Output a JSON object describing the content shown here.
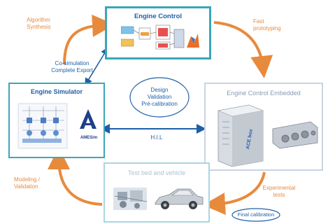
{
  "boxes": {
    "engine_control": {
      "title": "Engine Control"
    },
    "engine_simulator": {
      "title": "Engine Simulator",
      "logo_text": "AMESim"
    },
    "engine_control_embedded": {
      "title": "Engine Control Embedded",
      "device_label": "ACE box"
    },
    "test_bed": {
      "title": "Test bed and vehicle"
    }
  },
  "labels": {
    "algorithm_synthesis": [
      "Algorithm",
      "Synthesis"
    ],
    "fast_prototyping": [
      "Fast",
      "prototyping"
    ],
    "cosimulation": [
      "Co-simulation",
      "Complete Export"
    ],
    "design_ellipse": [
      "Design",
      "Validation",
      "Pré-calibration"
    ],
    "hil": "H.I.L",
    "modeling": [
      "Modeling /",
      "Validation"
    ],
    "experimental": [
      "Experimental",
      "tests"
    ],
    "final_calibration": "Final calibration"
  },
  "colors": {
    "orange": "#e88a3c",
    "teal": "#3aa6b9",
    "blue": "#1f5fa8",
    "light_teal": "#a9d6e0"
  }
}
